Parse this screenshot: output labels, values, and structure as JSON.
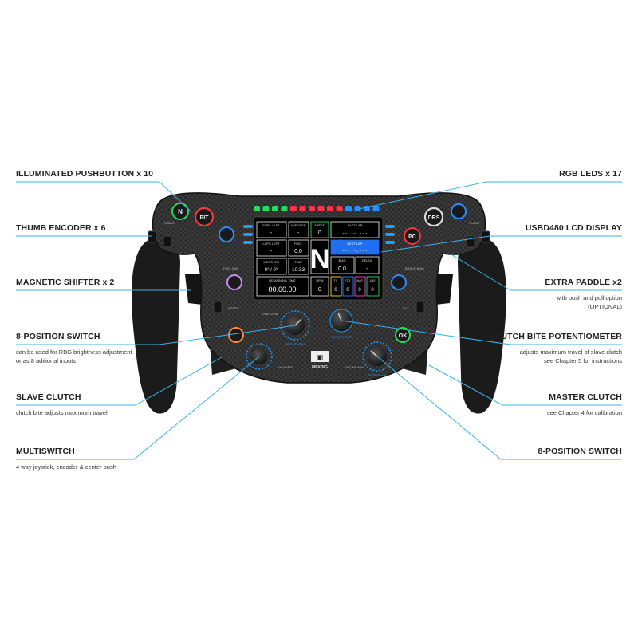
{
  "callouts": {
    "illuminated_pushbutton": {
      "title": "ILLUMINATED PUSHBUTTON x 10"
    },
    "thumb_encoder": {
      "title": "THUMB ENCODER x 6"
    },
    "magnetic_shifter": {
      "title": "MAGNETIC SHIFTER x 2"
    },
    "switch_8pos_left": {
      "title": "8-POSITION SWITCH",
      "desc_1": "can be used for RBG brightness adjustment",
      "desc_2": "or as 8 aditional inputs"
    },
    "slave_clutch": {
      "title": "SLAVE CLUTCH",
      "desc_1": "clutch bite adjusts maximum travel"
    },
    "multiswitch": {
      "title": "MULTISWITCH",
      "desc_1": "4 way joystick, encoder & center push"
    },
    "rgb_leds": {
      "title": "RGB LEDS x 17"
    },
    "lcd_display": {
      "title": "USBD480 LCD DISPLAY"
    },
    "extra_paddle": {
      "title": "EXTRA PADDLE x2",
      "desc_1": "with push and pull option",
      "desc_2": "(OPTIONAL)"
    },
    "clutch_bite": {
      "title": "CLUTCH BITE POTENTIOMETER",
      "desc_1": "adjusts maximum travel of slave clutch",
      "desc_2": "see Chapter 5 for instructions"
    },
    "master_clutch": {
      "title": "MASTER CLUTCH",
      "desc_1": "see Chapter 4 for calibration"
    },
    "switch_8pos_right": {
      "title": "8-POSITION SWITCH"
    }
  },
  "lcd": {
    "fuel_last_label": "FUEL LAST",
    "fuel_last_value": "-",
    "average_label": "AVERAGE",
    "average_value": "-",
    "speed_label": "SPEED",
    "speed_value": "0",
    "last_lap_label": "LAST LAP",
    "last_lap_value": "--:--.---",
    "laps_left_label": "LAPS LEFT",
    "laps_left_value": "-",
    "fuel_label": "FUEL",
    "fuel_value": "0.0",
    "best_lap_label": "BEST LAP",
    "best_lap_value": "--:--.---",
    "gear": "N",
    "weather_label": "WEATHER",
    "weather_value": "0° / 0°",
    "time_label": "TIME",
    "time_value": "10:33",
    "bias_label": "BIAS",
    "bias_value": "0.0",
    "delta_label": "DELTA",
    "delta_value": "-",
    "remaining_label": "REMAINING TIME",
    "remaining_value": "00.00.00",
    "rpm_label": "RPM",
    "rpm_value": "0",
    "tc_label": "TC",
    "tc_value": "0",
    "tc2_label": "TC2",
    "tc2_value": "0",
    "map_label": "MAP",
    "map_value": "0",
    "abs_label": "ABS",
    "abs_value": "0"
  },
  "wheel": {
    "btn_n": "N",
    "btn_pit": "PIT",
    "btn_drs": "DRS",
    "btn_pc": "PC",
    "btn_ok": "OK",
    "brand_name": "MEKING",
    "knob_left_label": "BRIGHTNESS",
    "knob_center_label": "CLUTCH BITE",
    "knob_right_label": "ENGINE MAP",
    "label_traction": "TRACTION",
    "label_navigate": "NAVIGATE",
    "label_fuel_mix": "FUEL MIX",
    "label_brake_bias": "BRAKE BIAS",
    "label_radio": "RADIO",
    "label_flash": "FLASH",
    "label_ext": "EXT",
    "label_enter": "ENTER",
    "label_engine_map": "ENGINE MAP"
  },
  "led_colors": [
    "#22dd55",
    "#22dd55",
    "#22dd55",
    "#22dd55",
    "#ff3344",
    "#ff3344",
    "#ff3344",
    "#ff3344",
    "#ff3344",
    "#ff3344",
    "#2a8cff",
    "#2a8cff",
    "#2a8cff",
    "#2a8cff"
  ],
  "side_led_color": "#1e9cff",
  "line_color": "#39b4ea"
}
